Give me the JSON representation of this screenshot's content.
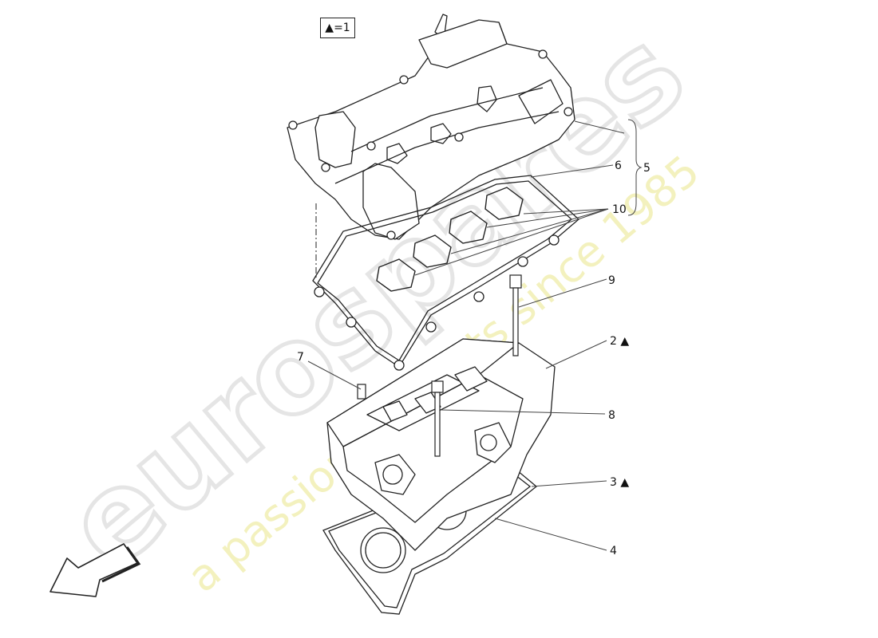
{
  "legend": {
    "text": "▲=1"
  },
  "watermark": {
    "brand": "eurospares",
    "tagline": "a passion for parts since 1985"
  },
  "callouts": {
    "c1": "2 ▲",
    "c2": "3 ▲",
    "c3": "4",
    "c4": "5",
    "c5": "6",
    "c6": "7",
    "c7": "8",
    "c8": "9",
    "c9": "10"
  },
  "colors": {
    "line": "#222222",
    "watermark_brand": "#e6e6e6",
    "watermark_tagline": "#f2f0b8"
  },
  "icons": {
    "direction": "front-direction-arrow-icon"
  }
}
